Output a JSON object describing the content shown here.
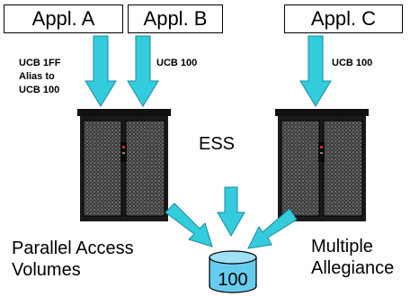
{
  "apps": {
    "a": "Appl. A",
    "b": "Appl. B",
    "c": "Appl. C"
  },
  "labels": {
    "ucb_a_line1": "UCB 1FF",
    "ucb_a_line2": "Alias to",
    "ucb_a_line3": "UCB 100",
    "ucb_b": "UCB 100",
    "ucb_c": "UCB 100",
    "ess": "ESS",
    "pav_line1": "Parallel Access",
    "pav_line2": "Volumes",
    "ma_line1": "Multiple",
    "ma_line2": "Allegiance",
    "volume": "100"
  },
  "colors": {
    "arrow_fill": "#33ccdd",
    "cabinet": "#1a1a1a",
    "cylinder": "#66ccee"
  }
}
